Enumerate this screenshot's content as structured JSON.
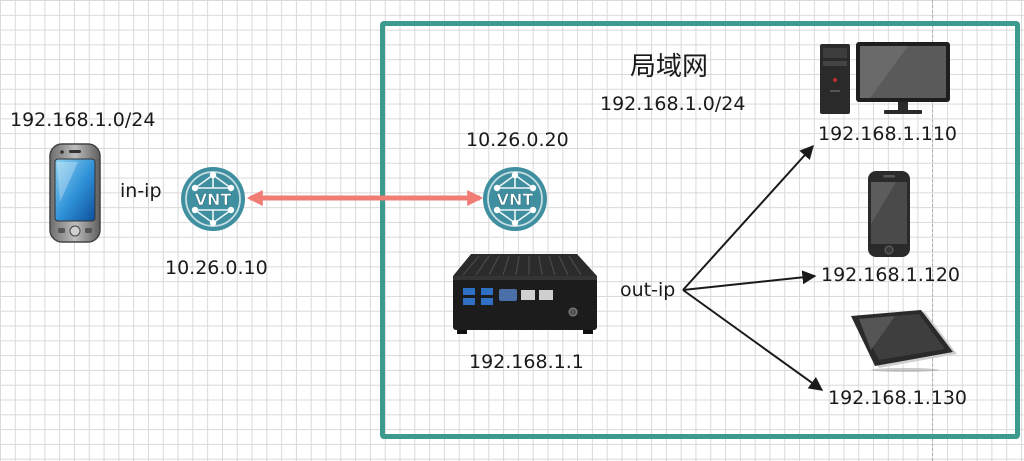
{
  "lan": {
    "title": "局域网",
    "subnet": "192.168.1.0/24"
  },
  "remote": {
    "subnet": "192.168.1.0/24",
    "interface_label": "in-ip",
    "vnt_ip": "10.26.0.10",
    "vnt_logo_text": "VNT"
  },
  "gateway": {
    "vnt_ip": "10.26.0.20",
    "vnt_logo_text": "VNT",
    "interface_label": "out-ip",
    "lan_ip": "192.168.1.1"
  },
  "devices": [
    {
      "name": "desktop",
      "ip": "192.168.1.110"
    },
    {
      "name": "phone",
      "ip": "192.168.1.120"
    },
    {
      "name": "tablet",
      "ip": "192.168.1.130"
    }
  ],
  "colors": {
    "frame": "#3c9a8f",
    "tunnel": "#f07c74",
    "vnt_logo": "#3f8fa0",
    "arrow": "#1a1a1a"
  }
}
